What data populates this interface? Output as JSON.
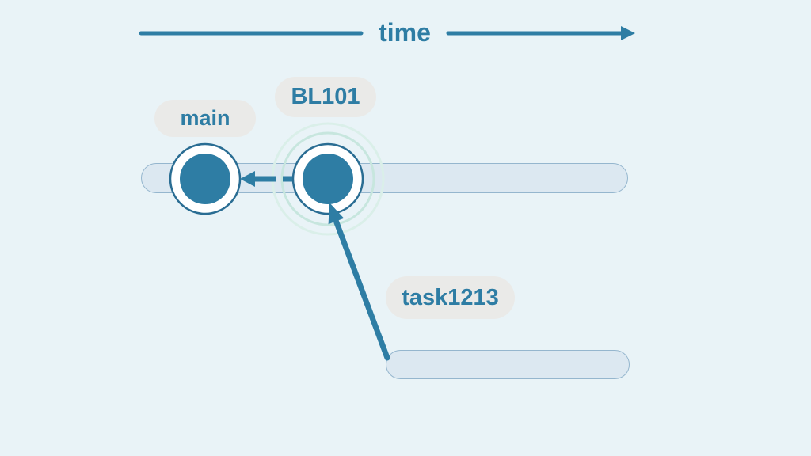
{
  "diagram": {
    "type": "git-branch-timeline",
    "time_label": "time",
    "branches": [
      {
        "id": "main",
        "label": "main",
        "commits": 1,
        "track": "top"
      },
      {
        "id": "BL101",
        "label": "BL101",
        "commits": 1,
        "track": "top",
        "highlighted": true
      },
      {
        "id": "task1213",
        "label": "task1213",
        "commits": 0,
        "track": "bottom"
      }
    ],
    "edges": [
      {
        "from": "BL101 commit",
        "to": "main commit",
        "style": "dashed-arrow"
      },
      {
        "from": "task1213 branch",
        "to": "BL101 commit",
        "style": "solid-arrow"
      }
    ],
    "colors": {
      "background": "#e9f3f7",
      "accent": "#2e7da4",
      "track_fill": "#dce8f1",
      "track_border": "#95b6ce",
      "pill_bg": "#eaeae8",
      "halo_inner": "#c7e6de",
      "halo_outer": "#daefe9",
      "node_ring": "#ffffff",
      "node_outline": "#2a6d93"
    }
  }
}
